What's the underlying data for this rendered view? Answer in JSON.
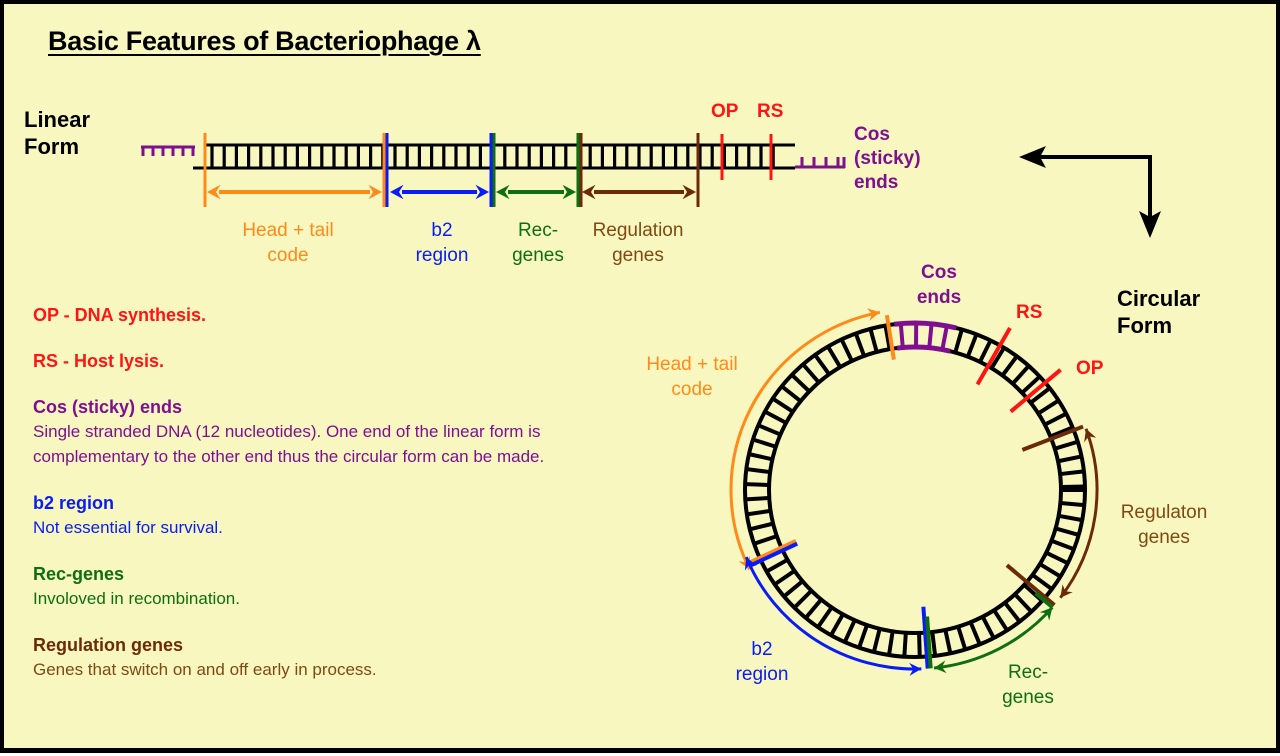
{
  "title": "Basic Features of Bacteriophage λ",
  "colors": {
    "background": "#f8f7bf",
    "dna": "#000000",
    "cos": "#7f0f8f",
    "head_tail": "#ff8a1a",
    "b2": "#0a1cf5",
    "rec": "#0f6e0f",
    "regulation": "#6b2a0a",
    "regulation_text": "#7f4a12",
    "op_rs": "#ff1414"
  },
  "linear_form": {
    "label_line1": "Linear",
    "label_line2": "Form",
    "markers": {
      "op": "OP",
      "rs": "RS"
    },
    "cos_label": [
      "Cos",
      "(sticky)",
      "ends"
    ],
    "regions": [
      {
        "key": "head_tail",
        "line1": "Head + tail",
        "line2": "code"
      },
      {
        "key": "b2",
        "line1": "b2",
        "line2": "region"
      },
      {
        "key": "rec",
        "line1": "Rec-",
        "line2": "genes"
      },
      {
        "key": "regulation",
        "line1": "Regulation",
        "line2": "genes"
      }
    ]
  },
  "circular_form": {
    "label_line1": "Circular",
    "label_line2": "Form",
    "cos_label": [
      "Cos",
      "ends"
    ],
    "markers": {
      "op": "OP",
      "rs": "RS"
    },
    "regions": [
      {
        "key": "head_tail",
        "line1": "Head + tail",
        "line2": "code"
      },
      {
        "key": "b2",
        "line1": "b2",
        "line2": "region"
      },
      {
        "key": "rec",
        "line1": "Rec-",
        "line2": "genes"
      },
      {
        "key": "regulation",
        "line1": "Regulaton",
        "line2": "genes"
      }
    ]
  },
  "legend": [
    {
      "key": "op",
      "heading": "OP - DNA synthesis.",
      "description": ""
    },
    {
      "key": "rs",
      "heading": "RS - Host lysis.",
      "description": ""
    },
    {
      "key": "cos",
      "heading": "Cos (sticky) ends",
      "description": "Single stranded DNA (12 nucleotides).  One end of the linear form is complementary to the other end thus the circular form can be made."
    },
    {
      "key": "b2",
      "heading": "b2 region",
      "description": "Not essential for survival."
    },
    {
      "key": "rec",
      "heading": "Rec-genes",
      "description": "Involoved in recombination."
    },
    {
      "key": "regulation",
      "heading": "Regulation genes",
      "description": "Genes that switch on and off early in process."
    }
  ]
}
